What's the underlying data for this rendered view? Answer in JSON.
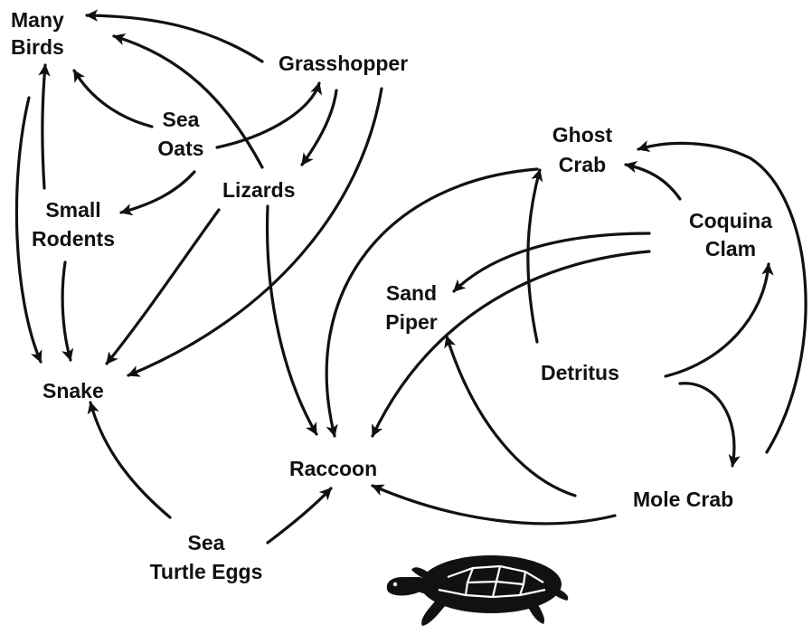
{
  "nodes": {
    "many_birds": [
      "Many",
      "Birds"
    ],
    "grasshopper": [
      "Grasshopper"
    ],
    "sea_oats": [
      "Sea",
      "Oats"
    ],
    "lizards": [
      "Lizards"
    ],
    "small_rodents": [
      "Small",
      "Rodents"
    ],
    "snake": [
      "Snake"
    ],
    "raccoon": [
      "Raccoon"
    ],
    "sea_turtle_eggs": [
      "Sea",
      "Turtle Eggs"
    ],
    "ghost_crab": [
      "Ghost",
      "Crab"
    ],
    "coquina_clam": [
      "Coquina",
      "Clam"
    ],
    "sand_piper": [
      "Sand",
      "Piper"
    ],
    "detritus": [
      "Detritus"
    ],
    "mole_crab": [
      "Mole Crab"
    ]
  },
  "links": [
    {
      "from": "grasshopper",
      "to": "many_birds"
    },
    {
      "from": "sea_oats",
      "to": "many_birds"
    },
    {
      "from": "lizards",
      "to": "many_birds"
    },
    {
      "from": "sea_oats",
      "to": "grasshopper"
    },
    {
      "from": "grasshopper",
      "to": "lizards"
    },
    {
      "from": "sea_oats",
      "to": "small_rodents"
    },
    {
      "from": "small_rodents",
      "to": "many_birds"
    },
    {
      "from": "many_birds",
      "to": "snake"
    },
    {
      "from": "small_rodents",
      "to": "snake"
    },
    {
      "from": "lizards",
      "to": "snake"
    },
    {
      "from": "grasshopper",
      "to": "snake"
    },
    {
      "from": "lizards",
      "to": "raccoon"
    },
    {
      "from": "sea_turtle_eggs",
      "to": "snake"
    },
    {
      "from": "sea_turtle_eggs",
      "to": "raccoon"
    },
    {
      "from": "ghost_crab",
      "to": "raccoon"
    },
    {
      "from": "coquina_clam",
      "to": "raccoon"
    },
    {
      "from": "mole_crab",
      "to": "raccoon"
    },
    {
      "from": "detritus",
      "to": "ghost_crab"
    },
    {
      "from": "coquina_clam",
      "to": "ghost_crab"
    },
    {
      "from": "mole_crab",
      "to": "ghost_crab"
    },
    {
      "from": "coquina_clam",
      "to": "sand_piper"
    },
    {
      "from": "mole_crab",
      "to": "sand_piper"
    },
    {
      "from": "detritus",
      "to": "coquina_clam"
    },
    {
      "from": "detritus",
      "to": "mole_crab"
    }
  ],
  "illustration": "sea-turtle-icon"
}
